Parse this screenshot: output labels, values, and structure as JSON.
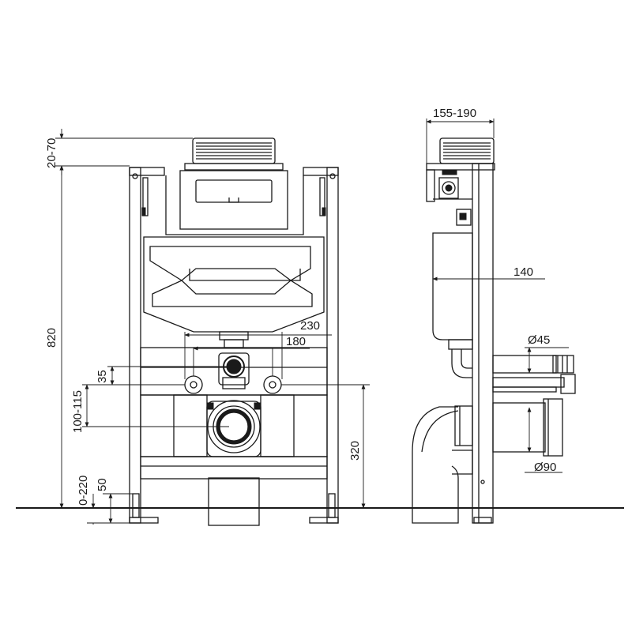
{
  "dimensions": {
    "flush_offset": "20-70",
    "frame_height": "820",
    "flange_offset": "35",
    "outlet_height_range": "100-115",
    "foot_adjust": "0-220",
    "foot_min": "50",
    "drain_height": "320",
    "bolt_spacing_outer": "230",
    "bolt_spacing_inner": "180",
    "wall_depth": "155-190",
    "frame_depth": "140",
    "inlet_diameter": "Ø45",
    "outlet_diameter": "Ø90"
  }
}
